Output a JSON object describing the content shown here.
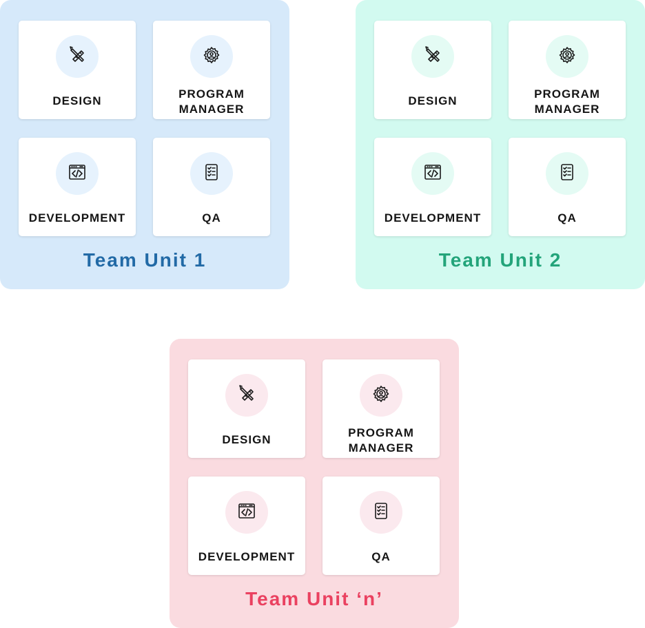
{
  "colors": {
    "unit1_bg": "#d6e9fa",
    "unit1_title": "#226aa6",
    "unit1_circle": "#e6f2fd",
    "unit2_bg": "#d2faf0",
    "unit2_title": "#23a47a",
    "unit2_circle": "#e4fbf4",
    "unitn_bg": "#fadbe0",
    "unitn_title": "#ea4160",
    "unitn_circle": "#fbe9ee"
  },
  "units": [
    {
      "title": "Team Unit 1",
      "roles": [
        {
          "label": "DESIGN",
          "icon": "pencil-ruler-icon"
        },
        {
          "label": "PROGRAM MANAGER",
          "icon": "gear-person-icon"
        },
        {
          "label": "DEVELOPMENT",
          "icon": "code-window-icon"
        },
        {
          "label": "QA",
          "icon": "checklist-icon"
        }
      ]
    },
    {
      "title": "Team Unit 2",
      "roles": [
        {
          "label": "DESIGN",
          "icon": "pencil-ruler-icon"
        },
        {
          "label": "PROGRAM MANAGER",
          "icon": "gear-person-icon"
        },
        {
          "label": "DEVELOPMENT",
          "icon": "code-window-icon"
        },
        {
          "label": "QA",
          "icon": "checklist-icon"
        }
      ]
    },
    {
      "title": "Team Unit ‘n’",
      "roles": [
        {
          "label": "DESIGN",
          "icon": "pencil-ruler-icon"
        },
        {
          "label": "PROGRAM MANAGER",
          "icon": "gear-person-icon"
        },
        {
          "label": "DEVELOPMENT",
          "icon": "code-window-icon"
        },
        {
          "label": "QA",
          "icon": "checklist-icon"
        }
      ]
    }
  ]
}
